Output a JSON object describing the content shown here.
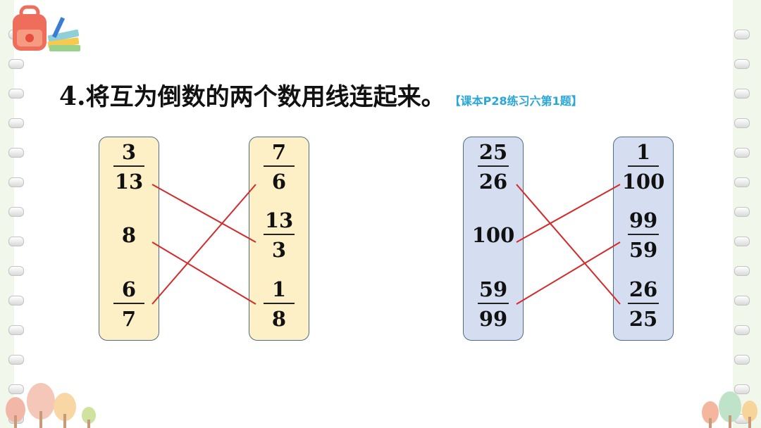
{
  "title": {
    "number": "4.",
    "text": "将互为倒数的两个数用线连起来。",
    "reference": "【课本P28练习六第1题】"
  },
  "groups": [
    {
      "left": [
        {
          "n": "3",
          "d": "13"
        },
        {
          "whole": "8"
        },
        {
          "n": "6",
          "d": "7"
        }
      ],
      "right": [
        {
          "n": "7",
          "d": "6"
        },
        {
          "n": "13",
          "d": "3"
        },
        {
          "n": "1",
          "d": "8"
        }
      ],
      "connections": [
        [
          0,
          1
        ],
        [
          1,
          2
        ],
        [
          2,
          0
        ]
      ],
      "box_color": "#fdf0c7"
    },
    {
      "left": [
        {
          "n": "25",
          "d": "26"
        },
        {
          "whole": "100"
        },
        {
          "n": "59",
          "d": "99"
        }
      ],
      "right": [
        {
          "n": "1",
          "d": "100"
        },
        {
          "n": "99",
          "d": "59"
        },
        {
          "n": "26",
          "d": "25"
        }
      ],
      "connections": [
        [
          0,
          2
        ],
        [
          1,
          0
        ],
        [
          2,
          1
        ]
      ],
      "box_color": "#d5def0"
    }
  ],
  "colors": {
    "line": "#d42a2a",
    "reference_text": "#2aa7d8",
    "box_border": "#4f6d8a"
  },
  "icons": {
    "logo": "school-bag-and-books-icon",
    "decoration": "trees-icon"
  }
}
